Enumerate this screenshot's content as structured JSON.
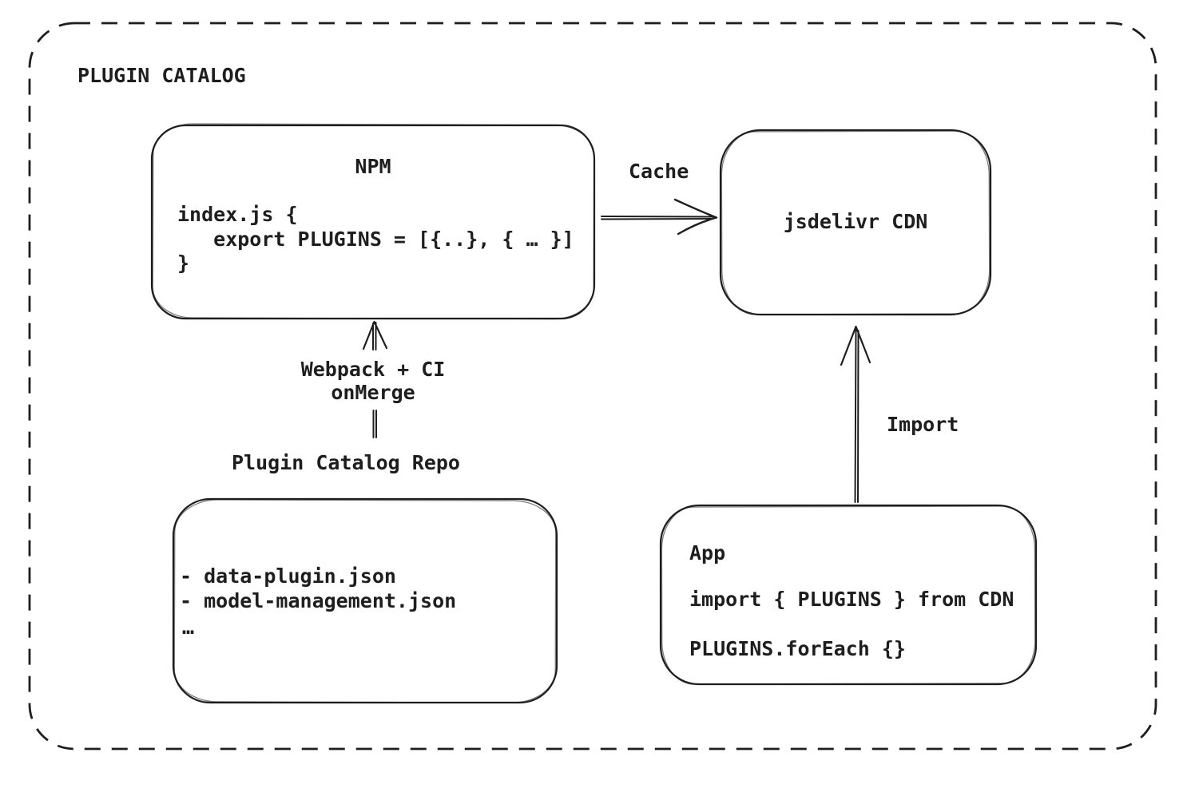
{
  "page": {
    "title": "PLUGIN CATALOG"
  },
  "colors": {
    "ink": "#1e1e1e",
    "background": "#ffffff"
  },
  "nodes": {
    "npm": {
      "title": "NPM",
      "code": [
        "index.js {",
        "   export PLUGINS = [{..}, { … }]",
        "}"
      ]
    },
    "cdn": {
      "title": "jsdelivr CDN"
    },
    "repo": {
      "label": "Plugin Catalog Repo",
      "files": [
        "- data-plugin.json",
        "- model-management.json",
        "…"
      ]
    },
    "app": {
      "title": "App",
      "code": [
        "import { PLUGINS } from CDN",
        "PLUGINS.forEach {}"
      ]
    }
  },
  "edges": {
    "cache": {
      "label": "Cache",
      "from": "NPM",
      "to": "jsdelivr CDN"
    },
    "build": {
      "label_line1": "Webpack + CI",
      "label_line2": "onMerge",
      "from": "Plugin Catalog Repo",
      "to": "NPM"
    },
    "import": {
      "label": "Import",
      "from": "App",
      "to": "jsdelivr CDN"
    }
  }
}
